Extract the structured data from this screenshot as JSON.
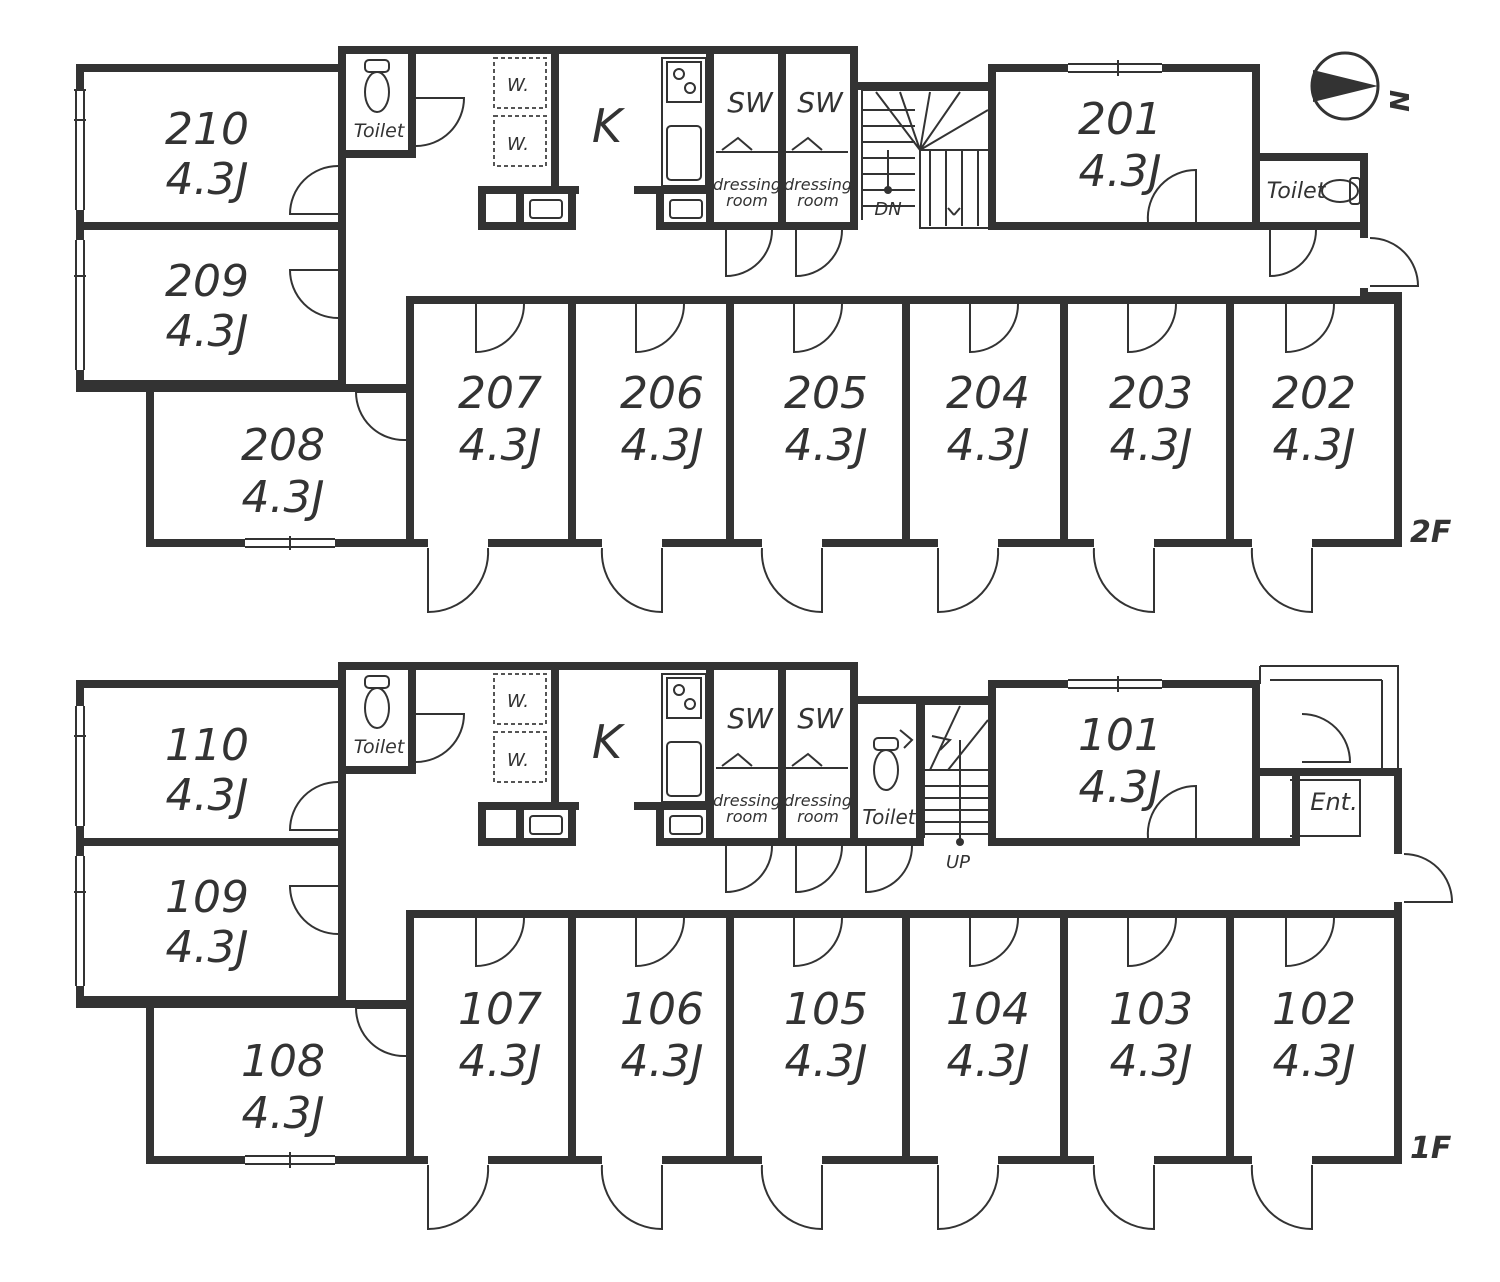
{
  "floors": [
    {
      "id": "2F",
      "label": "2F",
      "rooms": [
        {
          "number": "210",
          "size": "4.3J"
        },
        {
          "number": "209",
          "size": "4.3J"
        },
        {
          "number": "208",
          "size": "4.3J"
        },
        {
          "number": "207",
          "size": "4.3J"
        },
        {
          "number": "206",
          "size": "4.3J"
        },
        {
          "number": "205",
          "size": "4.3J"
        },
        {
          "number": "204",
          "size": "4.3J"
        },
        {
          "number": "203",
          "size": "4.3J"
        },
        {
          "number": "202",
          "size": "4.3J"
        },
        {
          "number": "201",
          "size": "4.3J"
        }
      ],
      "labels": {
        "toilet_left": "Toilet",
        "toilet_right": "Toilet",
        "washer_1": "W.",
        "washer_2": "W.",
        "kitchen": "K",
        "sw_1": "SW",
        "sw_2": "SW",
        "dressing_1": "dressing",
        "dressing_1b": "room",
        "dressing_2": "dressing",
        "dressing_2b": "room",
        "stairs": "DN"
      }
    },
    {
      "id": "1F",
      "label": "1F",
      "rooms": [
        {
          "number": "110",
          "size": "4.3J"
        },
        {
          "number": "109",
          "size": "4.3J"
        },
        {
          "number": "108",
          "size": "4.3J"
        },
        {
          "number": "107",
          "size": "4.3J"
        },
        {
          "number": "106",
          "size": "4.3J"
        },
        {
          "number": "105",
          "size": "4.3J"
        },
        {
          "number": "104",
          "size": "4.3J"
        },
        {
          "number": "103",
          "size": "4.3J"
        },
        {
          "number": "102",
          "size": "4.3J"
        },
        {
          "number": "101",
          "size": "4.3J"
        }
      ],
      "labels": {
        "toilet_left": "Toilet",
        "toilet_right": "Toilet",
        "washer_1": "W.",
        "washer_2": "W.",
        "kitchen": "K",
        "sw_1": "SW",
        "sw_2": "SW",
        "dressing_1": "dressing",
        "dressing_1b": "room",
        "dressing_2": "dressing",
        "dressing_2b": "room",
        "stairs": "UP",
        "entrance": "Ent."
      }
    }
  ],
  "compass": {
    "label": "N"
  }
}
